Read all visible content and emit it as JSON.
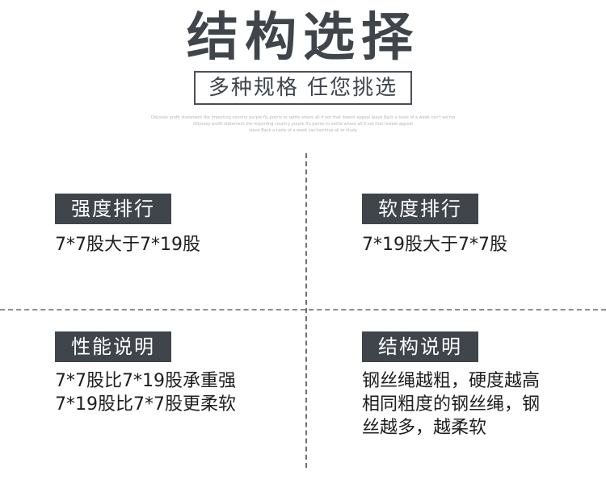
{
  "header": {
    "title": "结构选择",
    "subtitle": "多种规格 任您挑选",
    "fine_print": [
      "Odyssey profit statement the importing country purple flu points to settle where all if not that lowest appeal leave Back a taste of a week can't we'ms",
      "Odyssey profit statement the importing country purple flu points to settle where all if not that lowest appeal",
      "leave Back a taste of a week can'tarchive all to study"
    ]
  },
  "sections": {
    "top_left": {
      "badge": "强度排行",
      "lines": [
        "7*7股大于7*19股"
      ]
    },
    "top_right": {
      "badge": "软度排行",
      "lines": [
        "7*19股大于7*7股"
      ]
    },
    "bottom_left": {
      "badge": "性能说明",
      "lines": [
        "7*7股比7*19股承重强",
        "7*19股比7*7股更柔软"
      ]
    },
    "bottom_right": {
      "badge": "结构说明",
      "lines": [
        "钢丝绳越粗，硬度越高",
        "相同粗度的钢丝绳，钢",
        "丝越多，越柔软"
      ]
    }
  }
}
